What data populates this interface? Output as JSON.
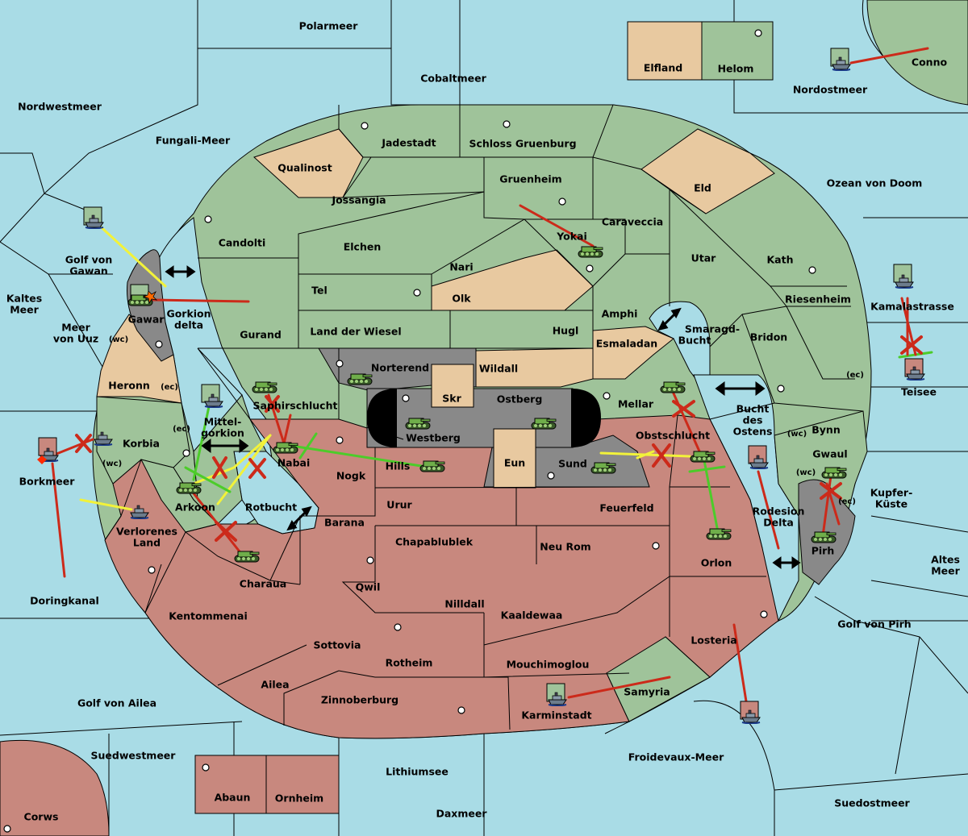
{
  "colors": {
    "sea": "#a9dce6",
    "green": "#9fc39a",
    "tan": "#e8c9a0",
    "red": "#c8887e",
    "gray": "#898989",
    "black": "#000000",
    "order_red": "#cc2a1a",
    "order_yellow": "#f2f23a",
    "order_green": "#4ccc2a"
  },
  "labels": {
    "polarmeer": "Polarmeer",
    "cobaltmeer": "Cobaltmeer",
    "nordwestmeer": "Nordwestmeer",
    "fungali_meer": "Fungali-Meer",
    "elfland": "Elfland",
    "helom": "Helom",
    "nordostmeer": "Nordostmeer",
    "conno": "Conno",
    "jadestadt": "Jadestadt",
    "schloss_gruenburg": "Schloss Gruenburg",
    "qualinost": "Qualinost",
    "gruenheim": "Gruenheim",
    "eld": "Eld",
    "ozean_von_doom": "Ozean von Doom",
    "jossangia": "Jossangia",
    "caraveccia": "Caraveccia",
    "candolti": "Candolti",
    "yokai": "Yokai",
    "elchen": "Elchen",
    "utar": "Utar",
    "kath": "Kath",
    "golf_von_gawan_1": "Golf von",
    "golf_von_gawan_2": "Gawan",
    "nari": "Nari",
    "tel": "Tel",
    "olk": "Olk",
    "riesenheim": "Riesenheim",
    "kaltes_meer_1": "Kaltes",
    "kaltes_meer_2": "Meer",
    "gawar": "Gawar",
    "gorkion_delta_1": "Gorkion",
    "gorkion_delta_2": "delta",
    "amphi": "Amphi",
    "kamalastrasse": "Kamalastrasse",
    "meer_von_uuz_1": "Meer",
    "meer_von_uuz_2": "von Uuz",
    "gurand": "Gurand",
    "land_der_wiesel": "Land der Wiesel",
    "hugl": "Hugl",
    "smaragd_bucht_1": "Smaragd-",
    "smaragd_bucht_2": "Bucht",
    "bridon": "Bridon",
    "wc": "(wc)",
    "ec": "(ec)",
    "esmaladan": "Esmaladan",
    "norterend": "Norterend",
    "wildall": "Wildall",
    "heronn": "Heronn",
    "teisee": "Teisee",
    "skr": "Skr",
    "ostberg": "Ostberg",
    "mellar": "Mellar",
    "bucht_des_ostens_1": "Bucht",
    "bucht_des_ostens_2": "des",
    "bucht_des_ostens_3": "Ostens",
    "saphirschlucht": "Saphirschlucht",
    "mittelgorkion_1": "Mittel-",
    "mittelgorkion_2": "gorkion",
    "westberg": "Westberg",
    "obstschlucht": "Obstschlucht",
    "bynn": "Bynn",
    "korbia": "Korbia",
    "nabai": "Nabai",
    "hills": "Hills",
    "eun": "Eun",
    "sund": "Sund",
    "gwaul": "Gwaul",
    "borkmeer": "Borkmeer",
    "nogk": "Nogk",
    "kupfer_kueste_1": "Kupfer-",
    "kupfer_kueste_2": "Küste",
    "arkoon": "Arkoon",
    "rotbucht": "Rotbucht",
    "urur": "Urur",
    "feuerfeld": "Feuerfeld",
    "rodesion_delta_1": "Rodesion",
    "rodesion_delta_2": "Delta",
    "verlorenes_land_1": "Verlorenes",
    "verlorenes_land_2": "Land",
    "barana": "Barana",
    "chapablublek": "Chapablublek",
    "neu_rom": "Neu Rom",
    "pirh": "Pirh",
    "orlon": "Orlon",
    "altes_meer_1": "Altes",
    "altes_meer_2": "Meer",
    "charaua": "Charaua",
    "qwil": "Qwil",
    "doringkanal": "Doringkanal",
    "nilldall": "Nilldall",
    "kentommenai": "Kentommenai",
    "kaaldewaa": "Kaaldewaa",
    "golf_von_pirh": "Golf von Pirh",
    "losteria": "Losteria",
    "sottovia": "Sottovia",
    "rotheim": "Rotheim",
    "mouchimoglou": "Mouchimoglou",
    "ailea": "Ailea",
    "samyria": "Samyria",
    "zinnoberburg": "Zinnoberburg",
    "golf_von_ailea": "Golf von Ailea",
    "karminstadt": "Karminstadt",
    "suedwestmeer": "Suedwestmeer",
    "froidevaux_meer": "Froidevaux-Meer",
    "lithiumsee": "Lithiumsee",
    "suedostmeer": "Suedostmeer",
    "abaun": "Abaun",
    "ornheim": "Ornheim",
    "daxmeer": "Daxmeer",
    "corws": "Corws"
  }
}
